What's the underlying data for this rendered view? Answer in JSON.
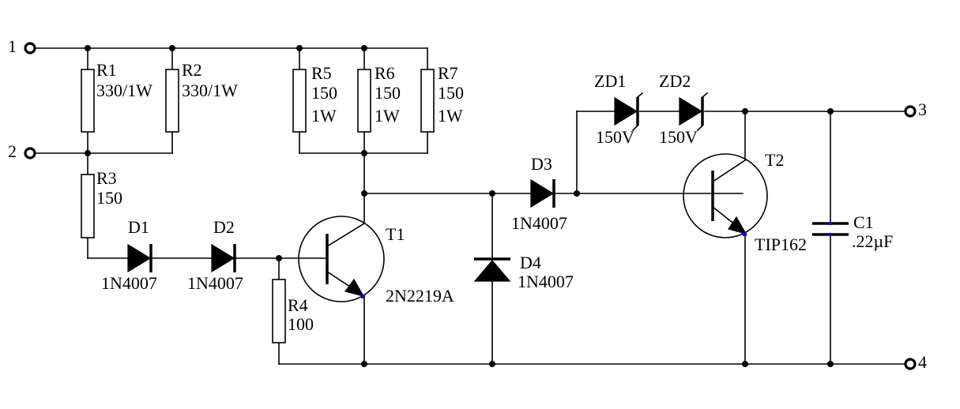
{
  "terminals": [
    "1",
    "2",
    "3",
    "4"
  ],
  "components": {
    "R1": {
      "name": "R1",
      "value": "330/1W"
    },
    "R2": {
      "name": "R2",
      "value": "330/1W"
    },
    "R3": {
      "name": "R3",
      "value": "150"
    },
    "R4": {
      "name": "R4",
      "value": "100"
    },
    "R5": {
      "name": "R5",
      "value": "150",
      "value2": "1W"
    },
    "R6": {
      "name": "R6",
      "value": "150",
      "value2": "1W"
    },
    "R7": {
      "name": "R7",
      "value": "150",
      "value2": "1W"
    },
    "D1": {
      "name": "D1",
      "value": "1N4007"
    },
    "D2": {
      "name": "D2",
      "value": "1N4007"
    },
    "D3": {
      "name": "D3",
      "value": "1N4007"
    },
    "D4": {
      "name": "D4",
      "value": "1N4007"
    },
    "ZD1": {
      "name": "ZD1",
      "value": "150V"
    },
    "ZD2": {
      "name": "ZD2",
      "value": "150V"
    },
    "T1": {
      "name": "T1",
      "value": "2N2219A"
    },
    "T2": {
      "name": "T2",
      "value": "TIP162"
    },
    "C1": {
      "name": "C1",
      "value": ".22µF"
    }
  },
  "colors": {
    "wire": "#000000",
    "marker": "#0000ff"
  }
}
